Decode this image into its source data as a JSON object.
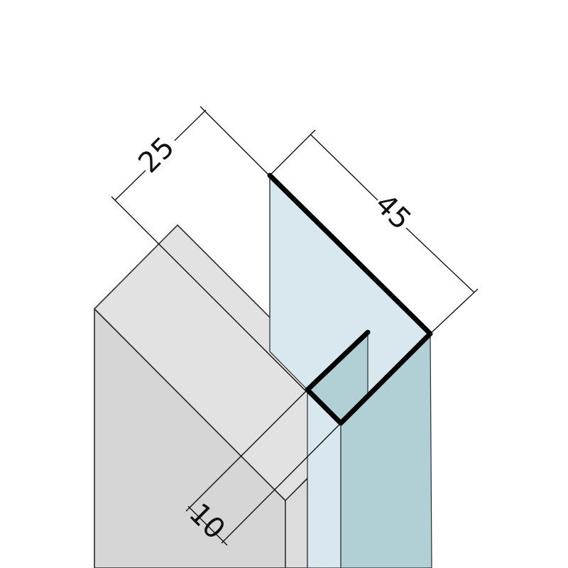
{
  "diagram": {
    "type": "profile-technical-drawing",
    "colors": {
      "background": "#ffffff",
      "board_front": "#d6d6d6",
      "board_top": "#e2e2e2",
      "profile_light": "#d9e8ef",
      "profile_dark": "#b0d0d6",
      "profile_stroke": "#000000",
      "dimension_line": "#111111"
    },
    "dimensions": {
      "width": "25",
      "depth": "45",
      "lip": "10"
    }
  }
}
